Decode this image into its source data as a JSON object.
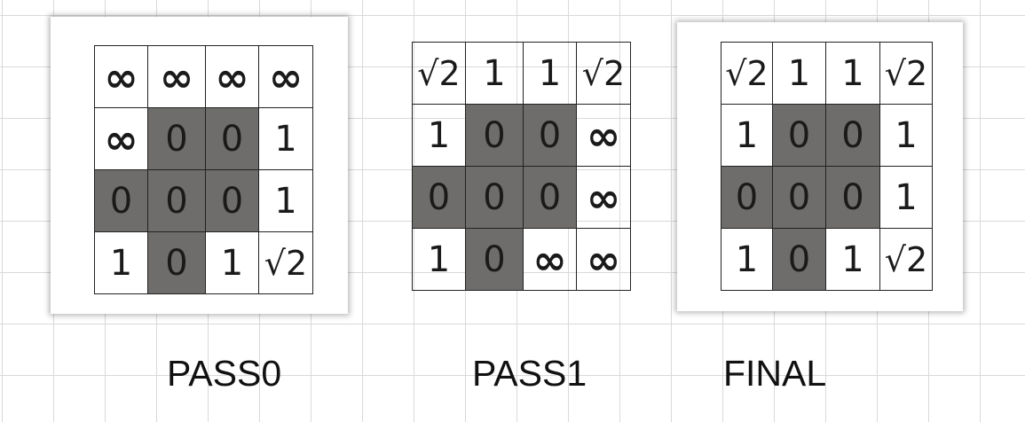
{
  "grids": [
    {
      "caption": "PASS0",
      "cells": [
        [
          {
            "value": "∞",
            "obstacle": false
          },
          {
            "value": "∞",
            "obstacle": false
          },
          {
            "value": "∞",
            "obstacle": false
          },
          {
            "value": "∞",
            "obstacle": false
          }
        ],
        [
          {
            "value": "∞",
            "obstacle": false
          },
          {
            "value": "0",
            "obstacle": true
          },
          {
            "value": "0",
            "obstacle": true
          },
          {
            "value": "1",
            "obstacle": false
          }
        ],
        [
          {
            "value": "0",
            "obstacle": true
          },
          {
            "value": "0",
            "obstacle": true
          },
          {
            "value": "0",
            "obstacle": true
          },
          {
            "value": "1",
            "obstacle": false
          }
        ],
        [
          {
            "value": "1",
            "obstacle": false
          },
          {
            "value": "0",
            "obstacle": true
          },
          {
            "value": "1",
            "obstacle": false
          },
          {
            "value": "√2",
            "obstacle": false
          }
        ]
      ]
    },
    {
      "caption": "PASS1",
      "cells": [
        [
          {
            "value": "√2",
            "obstacle": false
          },
          {
            "value": "1",
            "obstacle": false
          },
          {
            "value": "1",
            "obstacle": false
          },
          {
            "value": "√2",
            "obstacle": false
          }
        ],
        [
          {
            "value": "1",
            "obstacle": false
          },
          {
            "value": "0",
            "obstacle": true
          },
          {
            "value": "0",
            "obstacle": true
          },
          {
            "value": "∞",
            "obstacle": false
          }
        ],
        [
          {
            "value": "0",
            "obstacle": true
          },
          {
            "value": "0",
            "obstacle": true
          },
          {
            "value": "0",
            "obstacle": true
          },
          {
            "value": "∞",
            "obstacle": false
          }
        ],
        [
          {
            "value": "1",
            "obstacle": false
          },
          {
            "value": "0",
            "obstacle": true
          },
          {
            "value": "∞",
            "obstacle": false
          },
          {
            "value": "∞",
            "obstacle": false
          }
        ]
      ]
    },
    {
      "caption": "FINAL",
      "cells": [
        [
          {
            "value": "√2",
            "obstacle": false
          },
          {
            "value": "1",
            "obstacle": false
          },
          {
            "value": "1",
            "obstacle": false
          },
          {
            "value": "√2",
            "obstacle": false
          }
        ],
        [
          {
            "value": "1",
            "obstacle": false
          },
          {
            "value": "0",
            "obstacle": true
          },
          {
            "value": "0",
            "obstacle": true
          },
          {
            "value": "1",
            "obstacle": false
          }
        ],
        [
          {
            "value": "0",
            "obstacle": true
          },
          {
            "value": "0",
            "obstacle": true
          },
          {
            "value": "0",
            "obstacle": true
          },
          {
            "value": "1",
            "obstacle": false
          }
        ],
        [
          {
            "value": "1",
            "obstacle": false
          },
          {
            "value": "0",
            "obstacle": true
          },
          {
            "value": "1",
            "obstacle": false
          },
          {
            "value": "√2",
            "obstacle": false
          }
        ]
      ]
    }
  ],
  "colors": {
    "obstacle_fill": "#6e6d6b",
    "cell_fill": "#ffffff",
    "cell_border": "#222222",
    "sheet_gridline": "#d9d9d9"
  }
}
